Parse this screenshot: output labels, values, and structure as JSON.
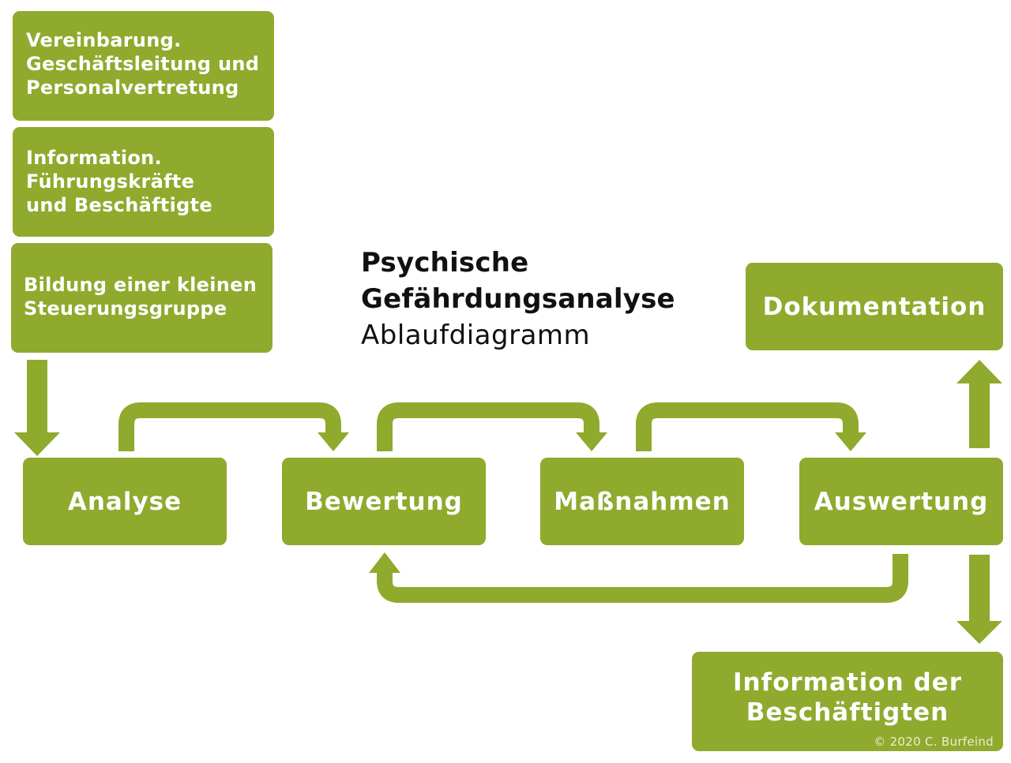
{
  "colors": {
    "box_fill": "#8faa2d",
    "arrow_fill": "#8faa2d",
    "box_text": "#ffffff",
    "title_text": "#111111"
  },
  "title": {
    "main": "Psychische\nGefährdungsanalyse",
    "subtitle": "Ablaufdiagramm"
  },
  "prep_steps": [
    {
      "label": "Vereinbarung.\nGeschäftsleitung und\nPersonalvertretung"
    },
    {
      "label": "Information.\nFührungskräfte\nund Beschäftigte"
    },
    {
      "label": "Bildung einer kleinen\nSteuerungsgruppe"
    }
  ],
  "process_steps": [
    {
      "label": "Analyse"
    },
    {
      "label": "Bewertung"
    },
    {
      "label": "Maßnahmen"
    },
    {
      "label": "Auswertung"
    }
  ],
  "outputs": {
    "documentation": "Dokumentation",
    "employee_info": "Information der\nBeschäftigten"
  },
  "copyright": "© 2020 C. Burfeind"
}
